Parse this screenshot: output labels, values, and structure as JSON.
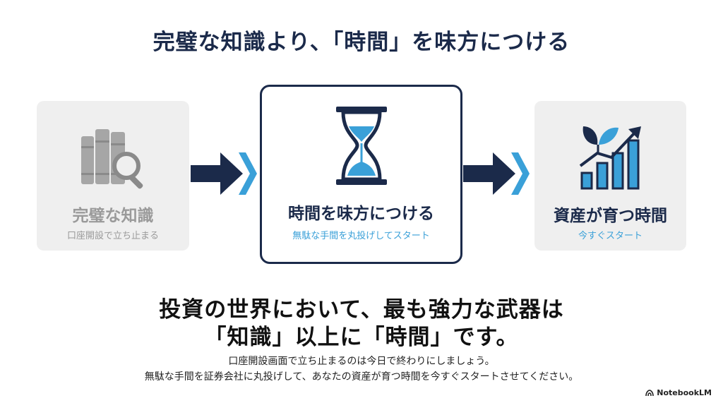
{
  "title": "完璧な知識より、「時間」を味方につける",
  "cards": {
    "left": {
      "title": "完璧な知識",
      "subtitle": "口座開設で立ち止まる",
      "icon": "books-magnifier-icon"
    },
    "middle": {
      "title": "時間を味方につける",
      "subtitle": "無駄な手間を丸投げしてスタート",
      "icon": "hourglass-icon"
    },
    "right": {
      "title": "資産が育つ時間",
      "subtitle": "今すぐスタート",
      "icon": "growth-chart-icon"
    }
  },
  "headline": {
    "line1": "投資の世界において、最も強力な武器は",
    "line2": "「知識」以上に「時間」です。"
  },
  "body": {
    "line1": "口座開設画面で立ち止まるのは今日で終わりにしましょう。",
    "line2": "無駄な手間を証券会社に丸投げして、あなたの資産が育つ時間を今すぐスタートさせてください。"
  },
  "brand": "NotebookLM",
  "colors": {
    "navy": "#1b2a4a",
    "accent_blue": "#3aa0d8",
    "muted_gray": "#9a9a9a",
    "card_gray": "#efefef"
  }
}
